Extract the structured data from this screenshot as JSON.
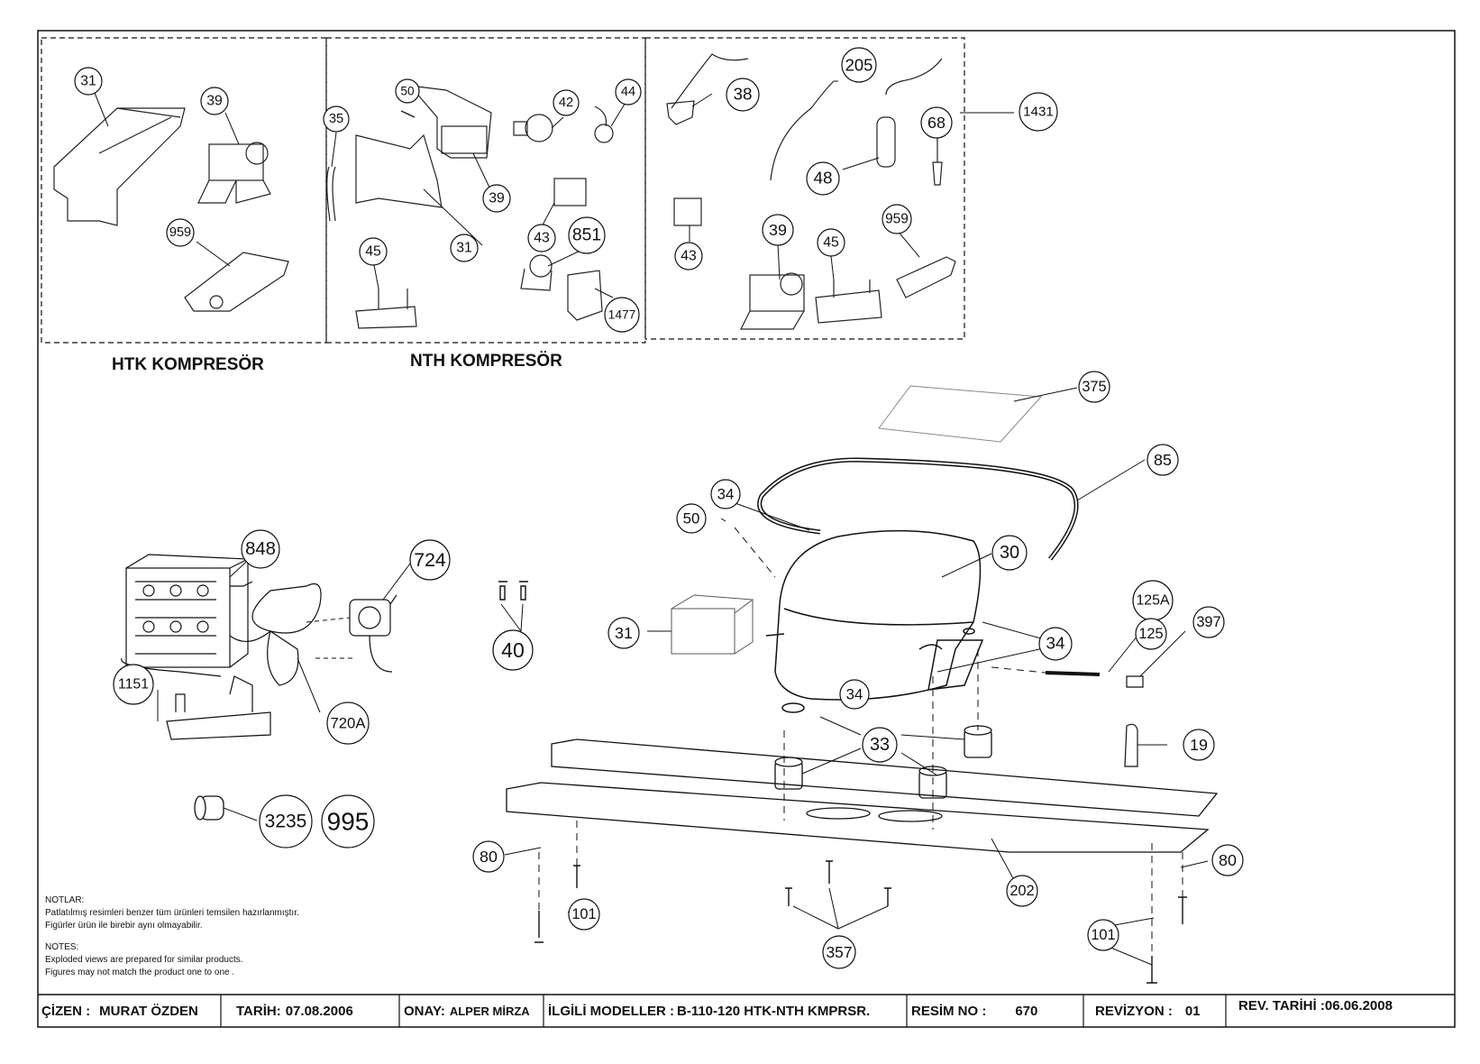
{
  "sections": {
    "htk_title": "HTK KOMPRESÖR",
    "nth_title": "NTH KOMPRESÖR"
  },
  "callouts": {
    "top_left": [
      "31",
      "39",
      "959"
    ],
    "top_middle": [
      "50",
      "35",
      "42",
      "44",
      "39",
      "31",
      "43",
      "851",
      "45",
      "1477"
    ],
    "top_right": [
      "38",
      "205",
      "1431",
      "68",
      "48",
      "43",
      "959",
      "39",
      "45"
    ],
    "main": [
      "375",
      "85",
      "34",
      "50",
      "30",
      "31",
      "125A",
      "397",
      "125",
      "34",
      "34",
      "19",
      "33",
      "80",
      "80",
      "202",
      "101",
      "101",
      "357",
      "40"
    ],
    "fan_assembly": [
      "848",
      "724",
      "1151",
      "720A",
      "3235",
      "995"
    ]
  },
  "notes": {
    "tr_heading": "NOTLAR:",
    "tr_line1": "Patlatılmış  resimleri benzer tüm ürünleri temsilen  hazırlanmıştır.",
    "tr_line2": "Figürler ürün ile birebir aynı olmayabilir.",
    "en_heading": "NOTES:",
    "en_line1": "Exploded views are prepared for similar products.",
    "en_line2": "Figures  may not match the product one to one ."
  },
  "title_block": {
    "drawn_label": "ÇİZEN :",
    "drawn_value": "MURAT ÖZDEN",
    "date_label": "TARİH:",
    "date_value": "07.08.2006",
    "approval_label": "ONAY:",
    "approval_value": "ALPER MİRZA",
    "models_label": "İLGİLİ MODELLER :",
    "models_value": "B-110-120 HTK-NTH KMPRSR.",
    "drawing_no_label": "RESİM NO :",
    "drawing_no_value": "670",
    "revision_label": "REVİZYON :",
    "revision_value": "01",
    "rev_date_label": "REV. TARİHİ :",
    "rev_date_value": "06.06.2008"
  }
}
